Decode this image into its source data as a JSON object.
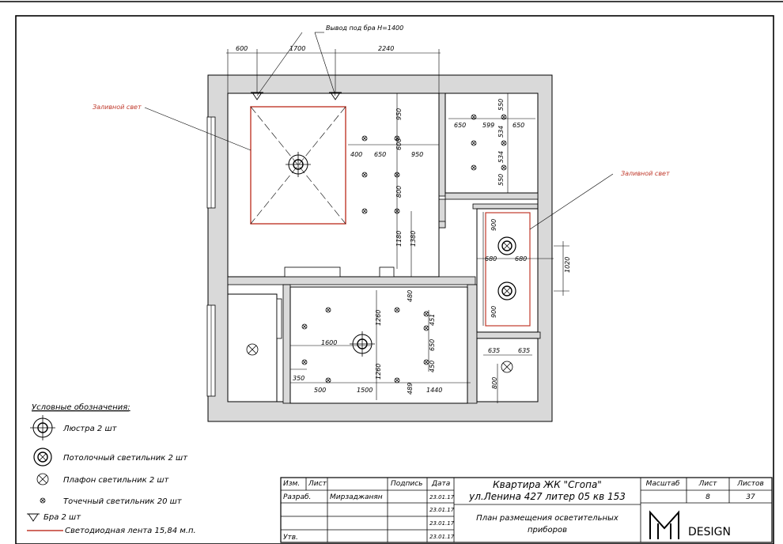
{
  "annotations": {
    "sconce_outlet": "Вывод под бра Н=1400",
    "flood_light_left": "Заливной свет",
    "flood_light_right": "Заливной свет"
  },
  "dimensions": {
    "top": [
      "600",
      "1700",
      "2240"
    ],
    "living": [
      "400",
      "650",
      "600",
      "950",
      "950",
      "800",
      "1180",
      "1380"
    ],
    "bedroom_small": [
      "650",
      "599",
      "650",
      "550",
      "534",
      "534",
      "550"
    ],
    "bath": [
      "900",
      "680",
      "680",
      "1020",
      "900"
    ],
    "kitchen": [
      "1260",
      "480",
      "451",
      "1600",
      "650",
      "450",
      "1260",
      "350",
      "500",
      "1500",
      "489",
      "1440"
    ],
    "wc": [
      "635",
      "635",
      "800"
    ]
  },
  "legend": {
    "title": "Условные обозначения:",
    "items": [
      {
        "icon": "chandelier-icon",
        "label": "Люстра 2 шт"
      },
      {
        "icon": "ceiling-lamp-icon",
        "label": "Потолочный светильник 2 шт"
      },
      {
        "icon": "plafond-icon",
        "label": "Плафон светильник 2 шт"
      },
      {
        "icon": "spot-light-icon",
        "label": "Точечный светильник 20 шт"
      },
      {
        "icon": "sconce-icon",
        "label": "Бра 2 шт"
      },
      {
        "icon": "led-strip-icon",
        "label": "Светодиодная лента 15,84 м.п."
      }
    ]
  },
  "title_block": {
    "col_headers": [
      "Изм.",
      "Лист",
      "",
      "Подпись",
      "Дата"
    ],
    "rows": [
      {
        "role": "Разраб.",
        "name": "Мирзаджанян",
        "date": "23.01.17"
      },
      {
        "role": "",
        "name": "",
        "date": "23.01.17"
      },
      {
        "role": "",
        "name": "",
        "date": "23.01.17"
      },
      {
        "role": "Утв.",
        "name": "",
        "date": "23.01.17"
      }
    ],
    "project_line1": "Квартира ЖК \"Сгопа\"",
    "project_line2": "ул.Ленина 427 литер 05 кв 153",
    "sheet_title_line1": "План размещения осветительных",
    "sheet_title_line2": "приборов",
    "scale_label": "Масштаб",
    "sheet_label": "Лист",
    "sheets_label": "Листов",
    "scale_value": "",
    "sheet_value": "8",
    "sheets_value": "37",
    "logo_text": "DESIGN"
  },
  "colors": {
    "led_strip": "#c0392b",
    "wall_fill": "#d9d9d9"
  }
}
